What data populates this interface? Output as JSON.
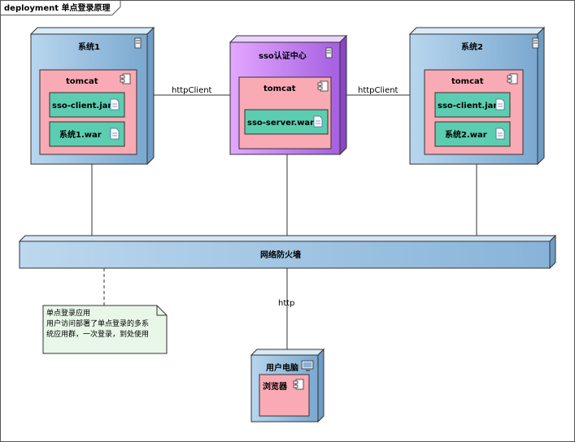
{
  "frame": {
    "title": "deployment 单点登录原理"
  },
  "nodes": {
    "system1": {
      "title": "系统1",
      "container": "tomcat",
      "artifacts": [
        "sso-client.jar",
        "系统1.war"
      ]
    },
    "sso": {
      "title": "sso认证中心",
      "container": "tomcat",
      "artifacts": [
        "sso-server.war"
      ]
    },
    "system2": {
      "title": "系统2",
      "container": "tomcat",
      "artifacts": [
        "sso-client.jar",
        "系统2.war"
      ]
    },
    "firewall": {
      "title": "网络防火墙"
    },
    "user_pc": {
      "title": "用户电脑",
      "component": "浏览器"
    }
  },
  "connectors": {
    "left_label": "httpClient",
    "right_label": "httpClient",
    "bottom_label": "http"
  },
  "note": {
    "lines": [
      "单点登录应用",
      "用户访问部署了单点登录的多系",
      "统应用群，一次登录，到处使用"
    ]
  },
  "colors": {
    "node_fill": "#aecde6",
    "sso_node_fill": "#cc88ee",
    "tomcat_fill": "#f9aab4",
    "artifact_fill": "#5ccdb0",
    "note_fill": "#e8f7e8"
  }
}
